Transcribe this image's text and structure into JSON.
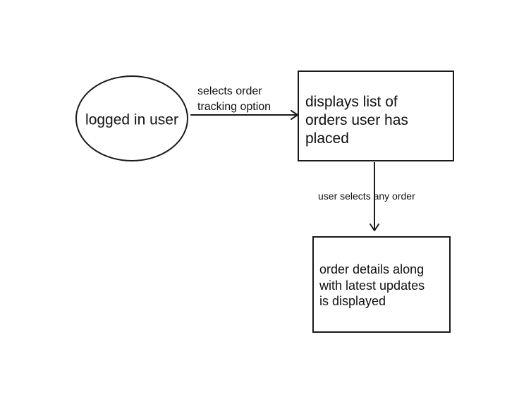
{
  "diagram": {
    "nodes": {
      "logged_in_user": {
        "label": "logged in user",
        "shape": "ellipse"
      },
      "orders_list": {
        "line1": "displays list of",
        "line2": "orders user has",
        "line3": "placed",
        "shape": "rectangle"
      },
      "order_details": {
        "line1": "order details along",
        "line2": "with latest updates",
        "line3": "is displayed",
        "shape": "rectangle"
      }
    },
    "edges": {
      "select_tracking": {
        "line1": "selects order",
        "line2": "tracking option",
        "from": "logged_in_user",
        "to": "orders_list"
      },
      "select_order": {
        "label": "user selects any order",
        "from": "orders_list",
        "to": "order_details"
      }
    },
    "colors": {
      "stroke": "#1a1a1a",
      "text": "#111111",
      "background": "#ffffff"
    }
  }
}
